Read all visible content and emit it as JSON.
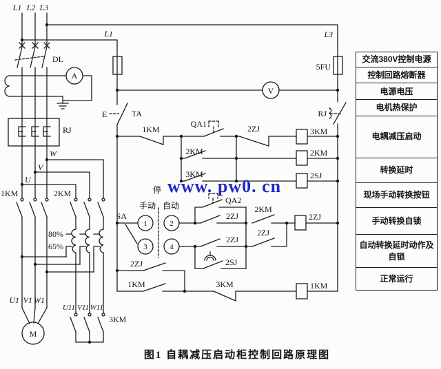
{
  "watermark": {
    "text": "www. pw0. cn",
    "color": "#2228cc"
  },
  "caption": "图1  自耦减压启动柜控制回路原理图",
  "table": {
    "rows": [
      "交流380V控制电源",
      "控制回路熔断器",
      "电源电压",
      "电机热保护",
      "电耦减压启动",
      "转换延时",
      "现场手动转换按钮",
      "手动转换自锁",
      "自动转换延时动作及自锁",
      "正常运行"
    ]
  },
  "names": {
    "l1": "L1",
    "l2": "L2",
    "l3": "L3",
    "dl": "DL",
    "a": "A",
    "rj": "RJ",
    "e": "E",
    "u": "U",
    "v": "V",
    "w": "W",
    "km1": "1KM",
    "km2": "2KM",
    "km3": "3KM",
    "p80": "80%",
    "p65": "65%",
    "u1": "U1",
    "v1": "V1",
    "w1": "W1",
    "m": "M",
    "u11": "U11",
    "v11": "V11",
    "w11": "W11",
    "fu5": "5FU",
    "vm": "V",
    "ta": "TA",
    "qa1": "QA1",
    "qa2": "QA2",
    "zj2": "2ZJ",
    "sj2": "2SJ",
    "sa": "SA",
    "stop": "停",
    "manual": "手动",
    "auto": "自动",
    "n1": "1",
    "n2": "2",
    "n3": "3",
    "n4": "4"
  }
}
